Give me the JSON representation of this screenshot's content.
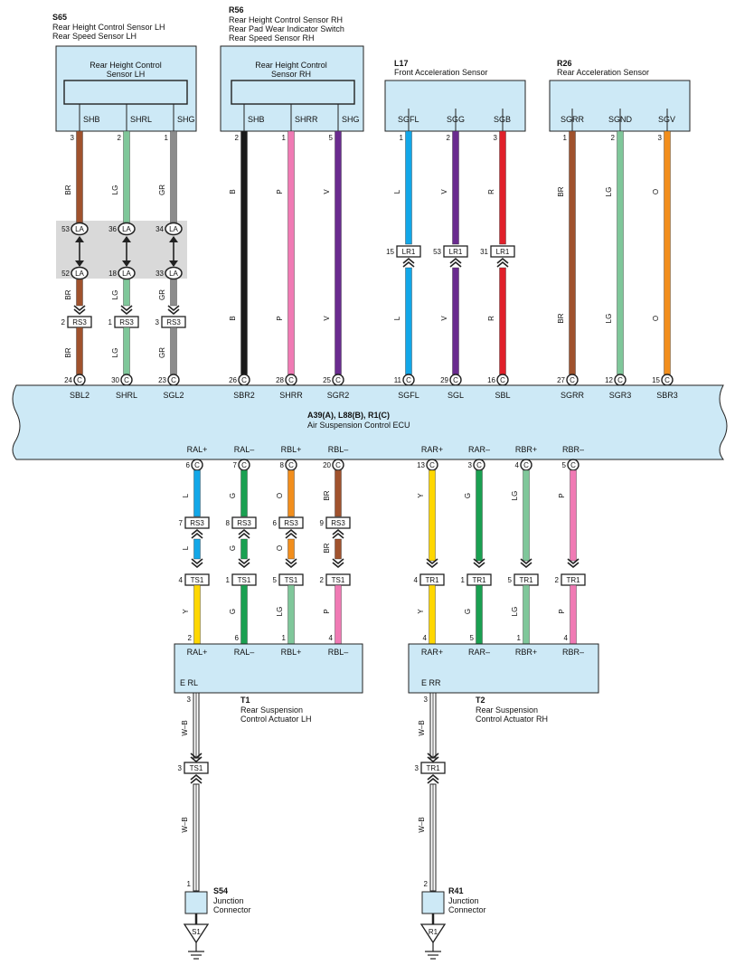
{
  "colors": {
    "BR": "#a0522d",
    "LG": "#7fc79a",
    "GR": "#8c8c8c",
    "B": "#1a1a1a",
    "P": "#f07ab4",
    "V": "#6a2b8f",
    "L": "#12a7e8",
    "R": "#e0202a",
    "O": "#f28e1c",
    "G": "#1aa051",
    "Y": "#ffd700",
    "W-B": "#ffffff",
    "box": "#cde9f6",
    "shield": "#d9d9d9"
  },
  "components": {
    "s65": {
      "code": "S65",
      "desc": [
        "Rear Height Control Sensor LH",
        "Rear Speed Sensor LH"
      ],
      "inner": [
        "Rear Height Control",
        "Sensor LH"
      ],
      "pins": [
        "SHB",
        "SHRL",
        "SHG"
      ]
    },
    "r56": {
      "code": "R56",
      "desc": [
        "Rear Height Control Sensor RH",
        "Rear Pad Wear Indicator Switch",
        "Rear Speed Sensor RH"
      ],
      "inner": [
        "Rear Height Control",
        "Sensor RH"
      ],
      "pins": [
        "SHB",
        "SHRR",
        "SHG"
      ]
    },
    "l17": {
      "code": "L17",
      "desc": [
        "Front Acceleration Sensor"
      ],
      "pins": [
        "SGFL",
        "SGG",
        "SGB"
      ]
    },
    "r26": {
      "code": "R26",
      "desc": [
        "Rear Acceleration Sensor"
      ],
      "pins": [
        "SGRR",
        "SGND",
        "SGV"
      ]
    },
    "ecu": {
      "code": "A39(A), L88(B), R1(C)",
      "desc": "Air Suspension Control ECU",
      "top_pins": [
        "SBL2",
        "SHRL",
        "SGL2",
        "SBR2",
        "SHRR",
        "SGR2",
        "SGFL",
        "SGL",
        "SBL",
        "SGRR",
        "SGR3",
        "SBR3"
      ],
      "bottom_pins": [
        "RAL+",
        "RAL–",
        "RBL+",
        "RBL–",
        "RAR+",
        "RAR–",
        "RBR+",
        "RBR–"
      ]
    },
    "t1": {
      "code": "T1",
      "desc": [
        "Rear Suspension",
        "Control Actuator LH"
      ],
      "pins": [
        "RAL+",
        "RAL–",
        "RBL+",
        "RBL–"
      ],
      "ground_pin": "E RL"
    },
    "t2": {
      "code": "T2",
      "desc": [
        "Rear Suspension",
        "Control Actuator RH"
      ],
      "pins": [
        "RAR+",
        "RAR–",
        "RBR+",
        "RBR–"
      ],
      "ground_pin": "E RR"
    },
    "s54": {
      "code": "S54",
      "desc": [
        "Junction",
        "Connector"
      ],
      "pin": "1",
      "ground": "S1"
    },
    "r41": {
      "code": "R41",
      "desc": [
        "Junction",
        "Connector"
      ],
      "pin": "2",
      "ground": "R1"
    }
  },
  "wires": {
    "top": [
      {
        "c": "BR",
        "pin_top": "3",
        "ecu_pin": "24",
        "c2": "BR",
        "la": [
          "53",
          "52"
        ],
        "rs": "2",
        "conn": "RS3"
      },
      {
        "c": "LG",
        "pin_top": "2",
        "ecu_pin": "30",
        "c2": "LG",
        "la": [
          "36",
          "18"
        ],
        "rs": "1",
        "conn": "RS3"
      },
      {
        "c": "GR",
        "pin_top": "1",
        "ecu_pin": "23",
        "c2": "GR",
        "la": [
          "34",
          "33"
        ],
        "rs": "3",
        "conn": "RS3"
      },
      {
        "c": "B",
        "pin_top": "2",
        "ecu_pin": "26"
      },
      {
        "c": "P",
        "pin_top": "1",
        "ecu_pin": "28"
      },
      {
        "c": "V",
        "pin_top": "5",
        "ecu_pin": "25"
      },
      {
        "c": "L",
        "pin_top": "1",
        "ecu_pin": "11",
        "c2": "L",
        "lr": "15",
        "conn": "LR1"
      },
      {
        "c": "V",
        "pin_top": "2",
        "ecu_pin": "29",
        "c2": "V",
        "lr": "53",
        "conn": "LR1"
      },
      {
        "c": "R",
        "pin_top": "3",
        "ecu_pin": "16",
        "c2": "R",
        "lr": "31",
        "conn": "LR1"
      },
      {
        "c": "BR",
        "pin_top": "1",
        "ecu_pin": "27",
        "c2": "BR"
      },
      {
        "c": "LG",
        "pin_top": "2",
        "ecu_pin": "12",
        "c2": "LG"
      },
      {
        "c": "O",
        "pin_top": "3",
        "ecu_pin": "15",
        "c2": "O"
      }
    ],
    "la_label": "LA",
    "ecu_conn_label": "C",
    "bottom": [
      {
        "c": "L",
        "c2": "L",
        "c3": "Y",
        "ecu_pin": "6",
        "mid_pin": "7",
        "mid_conn": "RS3",
        "low_pin": "4",
        "low_conn": "TS1",
        "act_pin": "2"
      },
      {
        "c": "G",
        "c2": "G",
        "c3": "G",
        "ecu_pin": "7",
        "mid_pin": "8",
        "mid_conn": "RS3",
        "low_pin": "1",
        "low_conn": "TS1",
        "act_pin": "6"
      },
      {
        "c": "O",
        "c2": "O",
        "c3": "LG",
        "ecu_pin": "8",
        "mid_pin": "6",
        "mid_conn": "RS3",
        "low_pin": "5",
        "low_conn": "TS1",
        "act_pin": "1"
      },
      {
        "c": "BR",
        "c2": "BR",
        "c3": "P",
        "ecu_pin": "20",
        "mid_pin": "9",
        "mid_conn": "RS3",
        "low_pin": "2",
        "low_conn": "TS1",
        "act_pin": "4"
      },
      {
        "c": "Y",
        "c3": "Y",
        "ecu_pin": "13",
        "low_pin": "4",
        "low_conn": "TR1",
        "act_pin": "4"
      },
      {
        "c": "G",
        "c3": "G",
        "ecu_pin": "3",
        "low_pin": "1",
        "low_conn": "TR1",
        "act_pin": "5"
      },
      {
        "c": "LG",
        "c3": "LG",
        "ecu_pin": "4",
        "low_pin": "5",
        "low_conn": "TR1",
        "act_pin": "1"
      },
      {
        "c": "P",
        "c3": "P",
        "ecu_pin": "5",
        "low_pin": "2",
        "low_conn": "TR1",
        "act_pin": "4"
      }
    ],
    "ground_lh": {
      "c": "W–B",
      "act_pin": "3",
      "conn_pin": "3",
      "conn": "TS1"
    },
    "ground_rh": {
      "c": "W–B",
      "act_pin": "3",
      "conn_pin": "3",
      "conn": "TR1"
    }
  }
}
